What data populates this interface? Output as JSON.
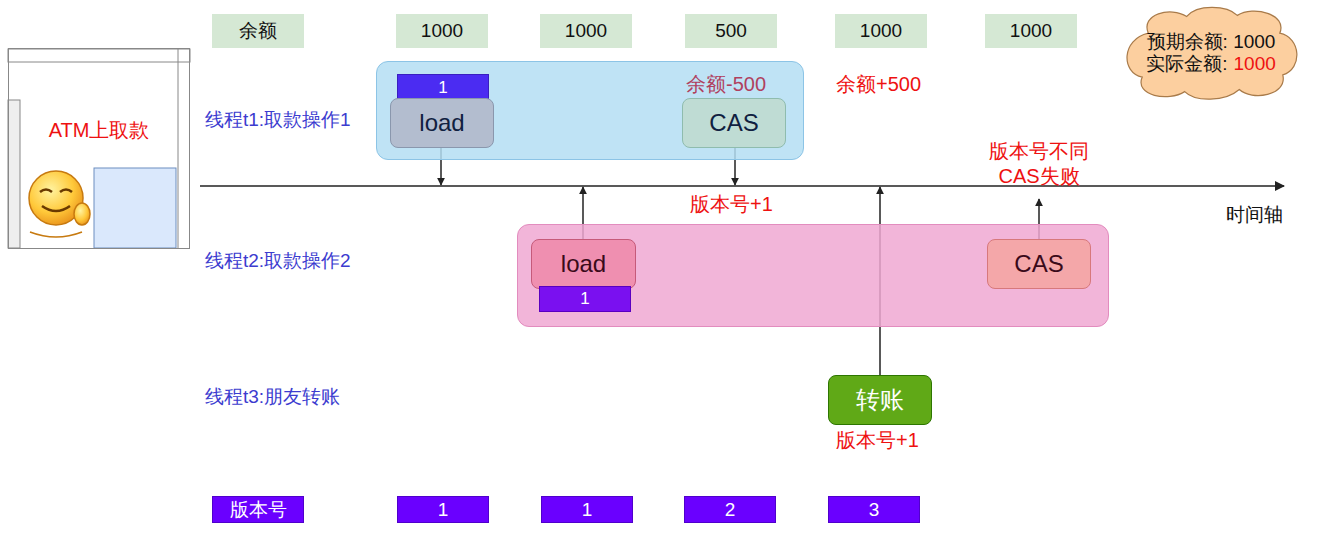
{
  "diagram": {
    "nodes": [
      {
        "text": [
          "余额"
        ]
      },
      {
        "text": [
          "1000"
        ]
      },
      {
        "text": [
          "1000"
        ]
      },
      {
        "text": [
          "500"
        ]
      },
      {
        "text": [
          "1000"
        ]
      },
      {
        "text": [
          "1000"
        ]
      },
      {
        "text": [
          "预期余额: 1000",
          "实际金额:",
          "1000"
        ]
      },
      {
        "text": [
          "ATM上取款"
        ]
      },
      {
        "text": []
      },
      {
        "text": [
          "1"
        ],
        "in": 8
      },
      {
        "text": [
          "load"
        ],
        "in": 8
      },
      {
        "text": [
          "CAS"
        ],
        "in": 8
      },
      {
        "text": []
      },
      {
        "text": [
          "load"
        ],
        "in": 12
      },
      {
        "text": [
          "CAS"
        ],
        "in": 12
      },
      {
        "text": [
          "1"
        ],
        "in": 12
      },
      {
        "text": [
          "转账"
        ]
      },
      {
        "text": [
          "版本号"
        ]
      },
      {
        "text": [
          "1"
        ]
      },
      {
        "text": [
          "1"
        ]
      },
      {
        "text": [
          "2"
        ]
      },
      {
        "text": [
          "3"
        ]
      }
    ],
    "labels": [
      "线程t1:取款操作1",
      "余额-500",
      "余额+500",
      "时间轴",
      "版本号+1",
      "版本号不同 CAS失败",
      "线程t2:取款操作2",
      "线程t3:朋友转账",
      "版本号+1"
    ]
  }
}
